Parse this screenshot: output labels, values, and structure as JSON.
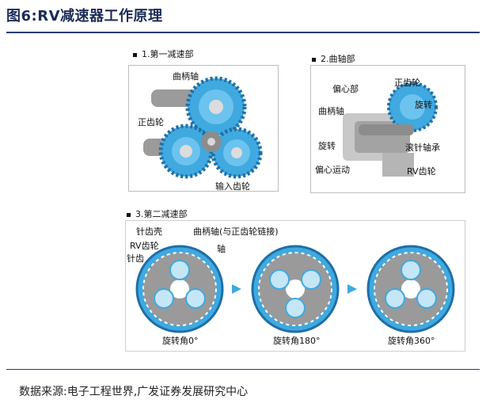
{
  "figure": {
    "title": "图6:RV减速器工作原理",
    "source": "数据来源:电子工程世界,广发证券发展研究中心"
  },
  "sections": {
    "first": {
      "heading": "1.第一减速部",
      "labels": [
        "曲柄轴",
        "正齿轮",
        "输入齿轮"
      ]
    },
    "second": {
      "heading": "2.曲轴部",
      "labels": [
        "偏心部",
        "正齿轮",
        "曲柄轴",
        "旋转",
        "旋转",
        "滚针轴承",
        "偏心运动",
        "RV齿轮"
      ]
    },
    "third": {
      "heading": "3.第二减速部",
      "labels": [
        "针齿壳",
        "曲柄轴(与正齿轮链接)",
        "RV齿轮",
        "轴",
        "针齿"
      ],
      "angles": [
        "旋转角0°",
        "旋转角180°",
        "旋转角360°"
      ]
    }
  },
  "colors": {
    "accent": "#3fa9e0",
    "dark": "#1c3d74",
    "metal": "#8c8c8c"
  }
}
